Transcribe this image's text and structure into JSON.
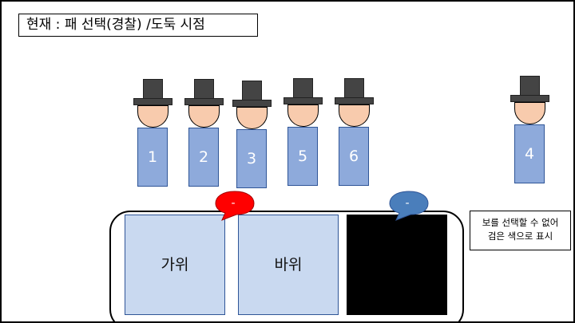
{
  "title": "현재 : 패 선택(경찰) /도둑 시점",
  "figures": [
    {
      "label": "1"
    },
    {
      "label": "2"
    },
    {
      "label": "3"
    },
    {
      "label": "5"
    },
    {
      "label": "6"
    },
    {
      "label": "4"
    }
  ],
  "cards": [
    {
      "label": "가위"
    },
    {
      "label": "바위"
    },
    {
      "label": ""
    }
  ],
  "bubbles": [
    {
      "text": "-",
      "color": "#ff0000"
    },
    {
      "text": "-",
      "color": "#4a7ebb"
    }
  ],
  "note": {
    "line1": "보를 선택할 수 없어",
    "line2": "검은 색으로 표시"
  },
  "colors": {
    "hat": "#444444",
    "head": "#f8cbad",
    "body": "#8eaadb",
    "card": "#c9d9f0",
    "card_unavailable": "#000000"
  }
}
